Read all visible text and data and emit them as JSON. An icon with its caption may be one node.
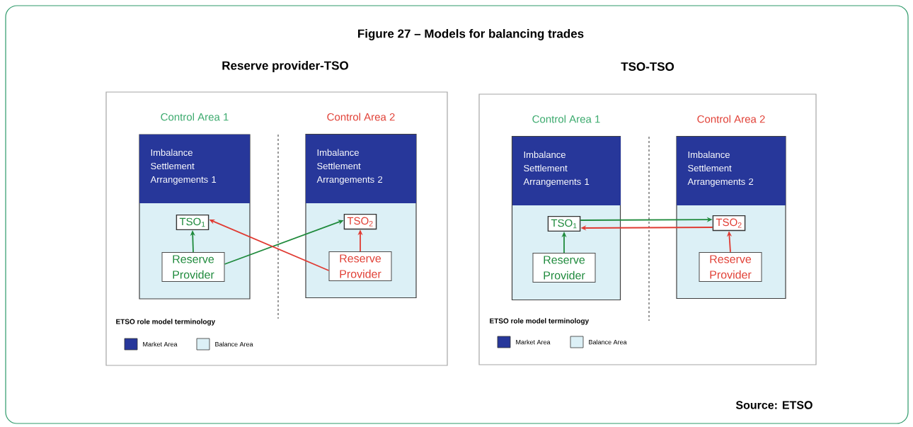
{
  "diagram": {
    "title": "Figure 27 – Models for balancing trades",
    "caption": "Source: ETSO",
    "nodes": [
      {
        "text": [
          "Reserve provider-TSO"
        ]
      },
      {
        "text": [
          "Control Area 1",
          "Imbalance Settlement Arrangements 1"
        ],
        "in": 0
      },
      {
        "text": [
          "TSO$_{1}$"
        ],
        "in": 1
      },
      {
        "text": [
          "Reserve Provider"
        ],
        "in": 1
      },
      {
        "text": [
          "Control Area 2",
          "Imbalance Settlement Arrangements 2"
        ],
        "in": 0
      },
      {
        "text": [
          "TSO$_{2}$"
        ],
        "in": 4
      },
      {
        "text": [
          "Reserve Provider"
        ],
        "in": 4
      },
      {
        "text": [
          "TSO-TSO"
        ]
      },
      {
        "text": [
          "Control Area 1",
          "Imbalance Settlement Arrangements 1"
        ],
        "in": 7
      },
      {
        "text": [
          "TSO$_{1}$"
        ],
        "in": 8
      },
      {
        "text": [
          "Reserve Provider"
        ],
        "in": 8
      },
      {
        "text": [
          "Control Area 2",
          "Imbalance Settlement Arrangements 2"
        ],
        "in": 7
      },
      {
        "text": [
          "TSO$_{2}$"
        ],
        "in": 11
      },
      {
        "text": [
          "Reserve Provider"
        ],
        "in": 11
      }
    ],
    "edges": [
      {
        "from": 3,
        "to": 2,
        "arrow": "to",
        "color": "#1f8a3c"
      },
      {
        "from": 3,
        "to": 5,
        "arrow": "to",
        "color": "#1f8a3c"
      },
      {
        "from": 6,
        "to": 5,
        "arrow": "to",
        "color": "#e03a32"
      },
      {
        "from": 6,
        "to": 2,
        "arrow": "to",
        "color": "#e03a32"
      },
      {
        "from": 10,
        "to": 9,
        "arrow": "to",
        "color": "#1f8a3c"
      },
      {
        "from": 9,
        "to": 12,
        "arrow": "to",
        "color": "#1f8a3c"
      },
      {
        "from": 13,
        "to": 12,
        "arrow": "to",
        "color": "#e03a32"
      },
      {
        "from": 12,
        "to": 9,
        "arrow": "to",
        "color": "#e03a32"
      }
    ],
    "labels": [
      "ETSO role model terminology",
      "ETSO role model terminology"
    ],
    "legend": [
      {
        "text": "Market Area",
        "color": "#27379a"
      },
      {
        "text": "Balance Area",
        "color": "#dcf0f6"
      },
      {
        "text": "Market Area",
        "color": "#27379a"
      },
      {
        "text": "Balance Area",
        "color": "#dcf0f6"
      }
    ]
  }
}
